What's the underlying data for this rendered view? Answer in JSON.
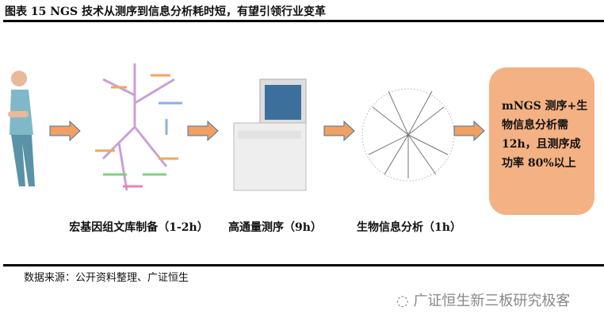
{
  "title": "图表 15 NGS 技术从测序到信息分析耗时短，有望引领行业变革",
  "steps": [
    {
      "caption": "宏基因组文库制备（1-2h）"
    },
    {
      "caption": "高通量测序（9h）"
    },
    {
      "caption": "生物信息分析（1h）"
    }
  ],
  "result_box": {
    "text": "mNGS 测序+生物信息分析需 12h，且测序成功率 80%以上"
  },
  "source": "数据来源：公开资料整理、广证恒生",
  "watermark": "广证恒生新三板研究极客",
  "colors": {
    "box": "#f4b183",
    "arrow": "#f0a060",
    "arrow_border": "#4a6fa5"
  }
}
